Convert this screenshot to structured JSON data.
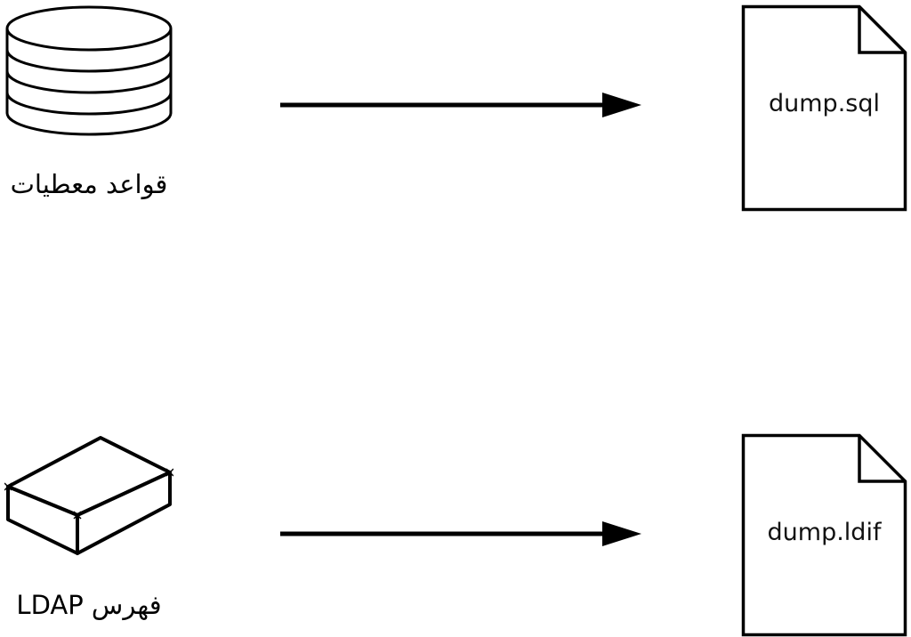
{
  "diagram": {
    "background": "#ffffff",
    "stroke_color": "#000000",
    "rows": [
      {
        "source_icon": "database-cylinder-icon",
        "source_label": "قواعد معطيات",
        "connector": "right-arrow-icon",
        "target_icon": "document-folded-corner-icon",
        "target_label": "dump.sql"
      },
      {
        "source_icon": "ldap-isometric-box-icon",
        "source_label": "فهرس LDAP",
        "connector": "right-arrow-icon",
        "target_icon": "document-folded-corner-icon",
        "target_label": "dump.ldif"
      }
    ]
  }
}
